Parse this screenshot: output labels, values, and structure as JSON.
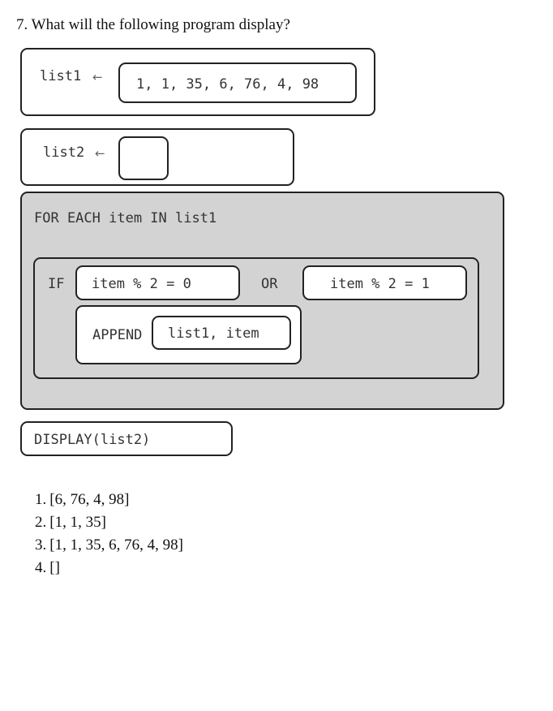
{
  "question": {
    "number": "7.",
    "text": "What will the following program display?"
  },
  "program": {
    "list1_assign": {
      "var": "list1",
      "arrow": "←",
      "value": "1, 1, 35, 6, 76, 4, 98"
    },
    "list2_assign": {
      "var": "list2",
      "arrow": "←",
      "value": ""
    },
    "loop": {
      "header": "FOR EACH item IN list1",
      "if_keyword": "IF",
      "condition_left": "item % 2 = 0",
      "or_keyword": "OR",
      "condition_right": "item % 2 = 1",
      "append_keyword": "APPEND",
      "append_args": "list1, item"
    },
    "display": "DISPLAY(list2)"
  },
  "answers": [
    {
      "num": "1.",
      "text": "[6, 76, 4, 98]"
    },
    {
      "num": "2.",
      "text": "[1, 1, 35]"
    },
    {
      "num": "3.",
      "text": "[1, 1, 35, 6, 76, 4, 98]"
    },
    {
      "num": "4.",
      "text": "[]"
    }
  ],
  "colors": {
    "block_border": "#222222",
    "loop_background": "#d3d3d3"
  }
}
